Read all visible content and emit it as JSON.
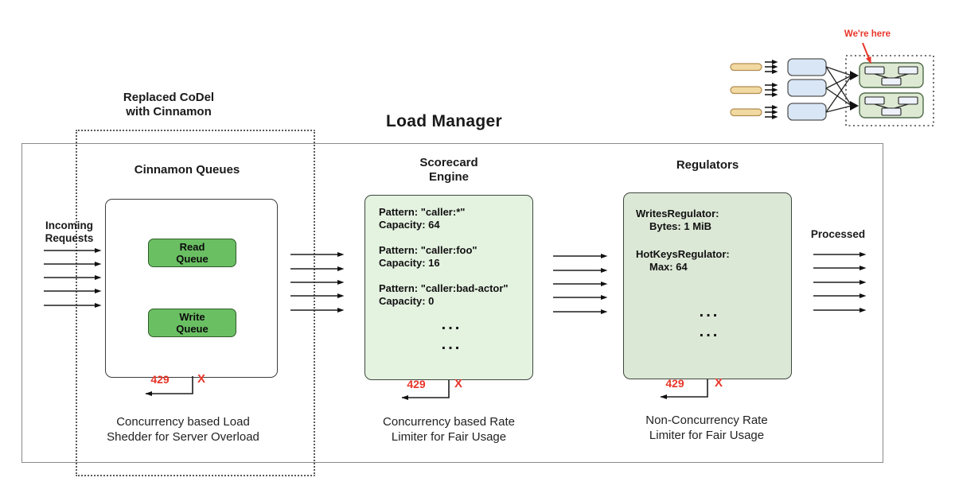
{
  "colors": {
    "queue_green": "#6abf63",
    "scorecard_fill": "#e4f2e0",
    "regulators_fill": "#dce8d6",
    "mini_green": "#dde9d2",
    "mini_blue": "#d9e6f6",
    "pill_tan": "#f2d9a2",
    "accent_red": "#e8362a"
  },
  "header": {
    "title": "Load Manager",
    "annotation": "Replaced CoDel\nwith Cinnamon"
  },
  "flow": {
    "incoming_label": "Incoming\nRequests",
    "processed_label": "Processed"
  },
  "cinnamon": {
    "title": "Cinnamon Queues",
    "read_queue": "Read\nQueue",
    "write_queue": "Write\nQueue",
    "reject_code": "429",
    "reject_mark": "X",
    "caption": "Concurrency based Load\nShedder for Server Overload"
  },
  "scorecard": {
    "title": "Scorecard\nEngine",
    "entries": [
      {
        "pattern": "Pattern: \"caller:*\"",
        "capacity": "Capacity: 64"
      },
      {
        "pattern": "Pattern: \"caller:foo\"",
        "capacity": "Capacity: 16"
      },
      {
        "pattern": "Pattern: \"caller:bad-actor\"",
        "capacity": "Capacity: 0"
      }
    ],
    "ellipsis_1": "...",
    "ellipsis_2": "...",
    "reject_code": "429",
    "reject_mark": "X",
    "caption": "Concurrency based Rate\nLimiter for Fair Usage"
  },
  "regulators": {
    "title": "Regulators",
    "entries": [
      {
        "name": "WritesRegulator:",
        "value": "Bytes: 1 MiB"
      },
      {
        "name": "HotKeysRegulator:",
        "value": "Max: 64"
      }
    ],
    "ellipsis_1": "...",
    "ellipsis_2": "...",
    "reject_code": "429",
    "reject_mark": "X",
    "caption": "Non-Concurrency Rate\nLimiter for Fair Usage"
  },
  "mini": {
    "were_here": "We're here"
  }
}
